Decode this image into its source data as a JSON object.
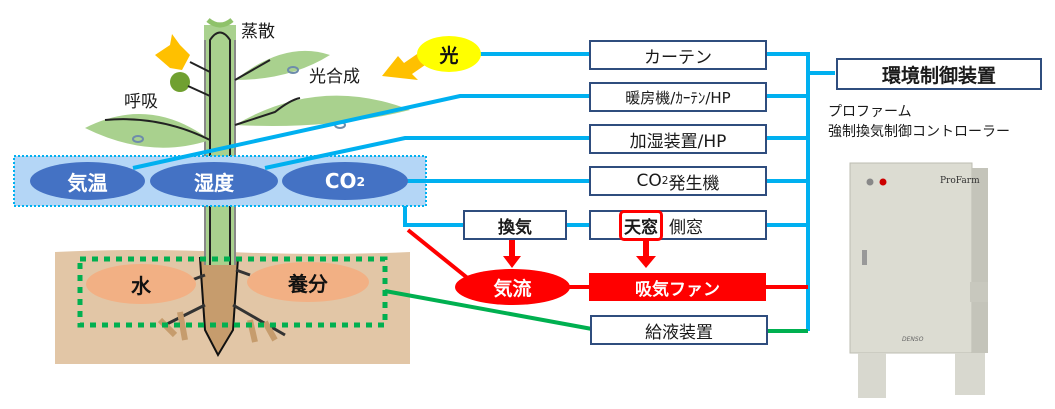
{
  "plant": {
    "labels": {
      "transpiration": "蒸散",
      "photosynthesis": "光合成",
      "respiration": "呼吸"
    },
    "air_factors": [
      {
        "label": "気温"
      },
      {
        "label": "湿度"
      },
      {
        "label": "CO",
        "sub": "2"
      }
    ],
    "light": "光",
    "soil_factors": [
      {
        "label": "水"
      },
      {
        "label": "養分"
      }
    ]
  },
  "devices": {
    "curtain": "カーテン",
    "heater": "暖房機/ｶｰﾃﾝ/HP",
    "humidifier": "加湿装置/HP",
    "co2_generator_prefix": "CO",
    "co2_generator_sub": "2",
    "co2_generator_suffix": "発生機",
    "ventilation": "換気",
    "top_window": "天窓",
    "side_window": "側窓",
    "airflow": "気流",
    "intake_fan": "吸気ファン",
    "nutrient_supply": "給液装置"
  },
  "controller": {
    "title": "環境制御装置",
    "product_line1": "プロファーム",
    "product_line2": "強制換気制御コントローラー",
    "brand_label": "ProFarm",
    "maker_label": "DENSO"
  },
  "colors": {
    "blue_line": "#00b0f0",
    "red_line": "#ff0000",
    "green_line": "#00b050",
    "ellipse_blue": "#4472c4",
    "box_border": "#2f4d7e",
    "soil": "#e2c6a6",
    "light_yellow": "#ffff00"
  }
}
